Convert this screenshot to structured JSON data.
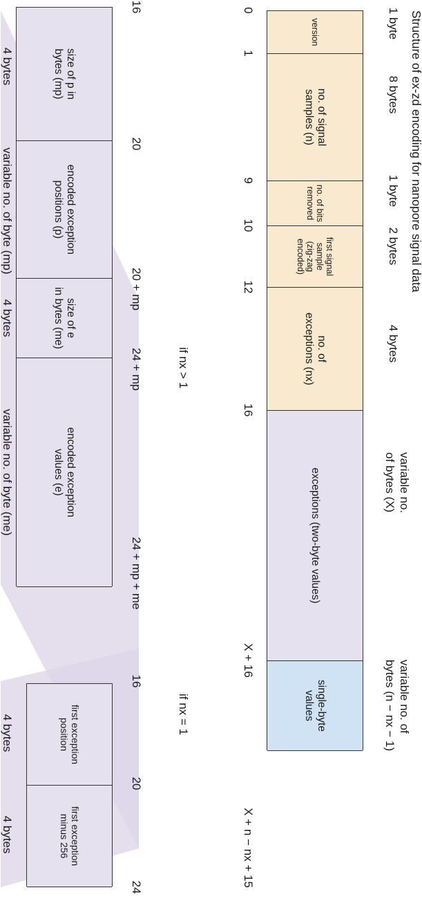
{
  "title": "Structure of ex-zd encoding for nanopore signal data",
  "colors": {
    "header": "#f8e9cf",
    "exceptions": "#e6e1ee",
    "single_byte": "#cfe3f5",
    "band": "#ddd6e8",
    "border": "#333333"
  },
  "main": {
    "sizes": [
      "1 byte",
      "8 bytes",
      "1 byte",
      "2 bytes",
      "4 bytes",
      "variable no.\nof bytes (X)",
      "variable no. of\nbytes (n − nx − 1)"
    ],
    "cells": [
      "version",
      "no. of signal\nsamples (n)",
      "no. of bits\nremoved",
      "first signal\nsample\n(zig-zag\nencoded)",
      "no. of\nexceptions (nx)",
      "exceptions (two-byte values)",
      "single-byte values"
    ],
    "offsets": [
      "0",
      "1",
      "9",
      "10",
      "12",
      "16",
      "X + 16",
      "X + n − nx + 15"
    ]
  },
  "multi": {
    "condition": "if nx > 1",
    "offsets": [
      "16",
      "20",
      "20 + mp",
      "24 + mp",
      "24 + mp + me"
    ],
    "cells": [
      "size of p in\nbytes (mp)",
      "encoded exception\npositions (p)",
      "size of e\nin bytes (me)",
      "encoded exception\nvalues (e)"
    ],
    "sizes": [
      "4 bytes",
      "variable no. of byte (mp)",
      "4 bytes",
      "variable no. of byte (me)"
    ]
  },
  "single": {
    "condition": "if nx = 1",
    "offsets": [
      "16",
      "20",
      "24"
    ],
    "cells": [
      "first exception\nposition",
      "first exception\nminus 256"
    ],
    "sizes": [
      "4 bytes",
      "4 bytes"
    ]
  }
}
